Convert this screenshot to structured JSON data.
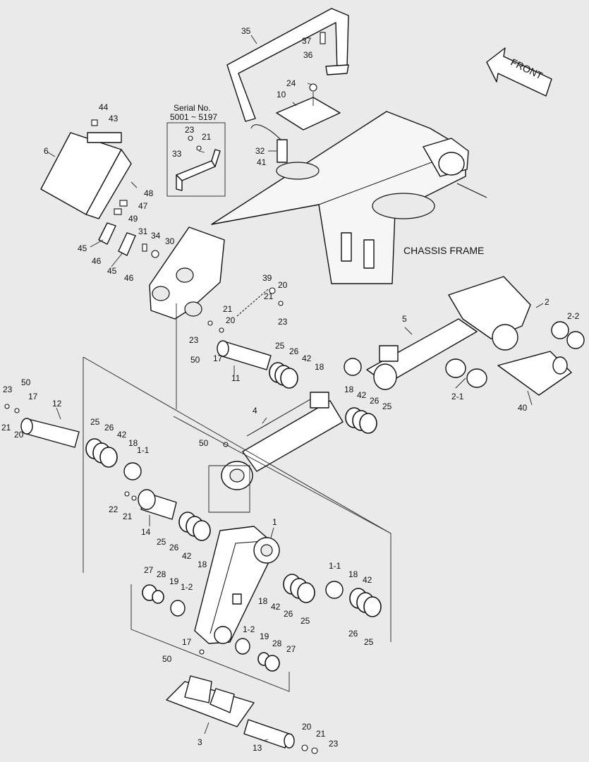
{
  "labels": {
    "front": "FRONT",
    "chassis_frame": "CHASSIS FRAME",
    "serial_title": "Serial No.",
    "serial_range": "5001 ~ 5197"
  },
  "callouts": {
    "c35": "35",
    "c37": "37",
    "c36": "36",
    "c24": "24",
    "c10": "10",
    "c44": "44",
    "c43": "43",
    "c6": "6",
    "c23a": "23",
    "c21a": "21",
    "c33": "33",
    "c32": "32",
    "c41": "41",
    "c48": "48",
    "c47": "47",
    "c49": "49",
    "c31": "31",
    "c34": "34",
    "c30": "30",
    "c45a": "45",
    "c46a": "46",
    "c45b": "45",
    "c46b": "46",
    "c39": "39",
    "c20a": "20",
    "c21b": "21",
    "c23b": "23",
    "c21c": "21",
    "c20b": "20",
    "c23c": "23",
    "c50a": "50",
    "c17a": "17",
    "c11": "11",
    "c25a": "25",
    "c26a": "26",
    "c42a": "42",
    "c18a": "18",
    "c2": "2",
    "c2_2": "2-2",
    "c5": "5",
    "c2_1": "2-1",
    "c40": "40",
    "c23d": "23",
    "c50b": "50",
    "c17b": "17",
    "c12": "12",
    "c21d": "21",
    "c20c": "20",
    "c25b": "25",
    "c26b": "26",
    "c42b": "42",
    "c18b": "18",
    "c1_1a": "1-1",
    "c4": "4",
    "c18c": "18",
    "c42c": "42",
    "c26c": "26",
    "c25c": "25",
    "c50c": "50",
    "c22": "22",
    "c21e": "21",
    "c14": "14",
    "c25d": "25",
    "c26d": "26",
    "c42d": "42",
    "c18d": "18",
    "c1": "1",
    "c27a": "27",
    "c28a": "28",
    "c19a": "19",
    "c1_2a": "1-2",
    "c18e": "18",
    "c42e": "42",
    "c26e": "26",
    "c25e": "25",
    "c1_1b": "1-1",
    "c18f": "18",
    "c42f": "42",
    "c26f": "26",
    "c25f": "25",
    "c17c": "17",
    "c50d": "50",
    "c1_2b": "1-2",
    "c19b": "19",
    "c28b": "28",
    "c27b": "27",
    "c3": "3",
    "c13": "13",
    "c20d": "20",
    "c21f": "21",
    "c23e": "23"
  },
  "colors": {
    "background": "#eaeaea",
    "line": "#111111",
    "part_fill": "#ffffff"
  }
}
